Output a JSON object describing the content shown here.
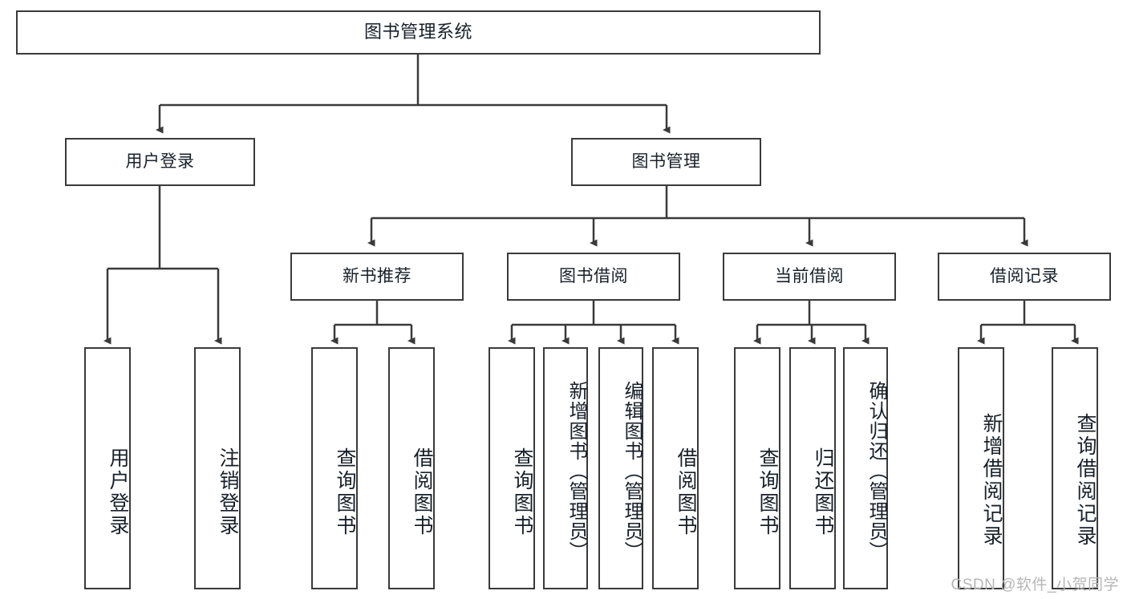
{
  "diagram": {
    "type": "tree-hierarchy",
    "title": "图书管理系统",
    "watermark": "CSDN @软件_小贺同学",
    "colors": {
      "background": "#ffffff",
      "stroke": "#3a3a3a",
      "text": "#17202a",
      "watermark": "#b6b6b6"
    },
    "levels": [
      {
        "level": 0,
        "nodes": [
          {
            "id": "root",
            "label": "图书管理系统",
            "orientation": "horizontal"
          }
        ]
      },
      {
        "level": 1,
        "nodes": [
          {
            "id": "user-login",
            "label": "用户登录",
            "orientation": "horizontal",
            "parent": "root"
          },
          {
            "id": "book-manage",
            "label": "图书管理",
            "orientation": "horizontal",
            "parent": "root"
          }
        ]
      },
      {
        "level": 2,
        "nodes": [
          {
            "id": "new-book-rec",
            "label": "新书推荐",
            "orientation": "horizontal",
            "parent": "book-manage"
          },
          {
            "id": "book-borrow",
            "label": "图书借阅",
            "orientation": "horizontal",
            "parent": "book-manage"
          },
          {
            "id": "current-borrow",
            "label": "当前借阅",
            "orientation": "horizontal",
            "parent": "book-manage"
          },
          {
            "id": "borrow-record",
            "label": "借阅记录",
            "orientation": "horizontal",
            "parent": "book-manage"
          }
        ]
      },
      {
        "level": 3,
        "nodes": [
          {
            "id": "leaf-user-login",
            "label": "用户登录",
            "orientation": "vertical",
            "parent": "user-login"
          },
          {
            "id": "leaf-logout",
            "label": "注销登录",
            "orientation": "vertical",
            "parent": "user-login"
          },
          {
            "id": "leaf-query-book-1",
            "label": "查询图书",
            "orientation": "vertical",
            "parent": "new-book-rec"
          },
          {
            "id": "leaf-borrow-book-1",
            "label": "借阅图书",
            "orientation": "vertical",
            "parent": "new-book-rec"
          },
          {
            "id": "leaf-query-book-2",
            "label": "查询图书",
            "orientation": "vertical",
            "parent": "book-borrow"
          },
          {
            "id": "leaf-add-book",
            "label": "新增图书（管理员）",
            "orientation": "vertical",
            "parent": "book-borrow"
          },
          {
            "id": "leaf-edit-book",
            "label": "编辑图书（管理员）",
            "orientation": "vertical",
            "parent": "book-borrow"
          },
          {
            "id": "leaf-borrow-book-2",
            "label": "借阅图书",
            "orientation": "vertical",
            "parent": "book-borrow"
          },
          {
            "id": "leaf-query-book-3",
            "label": "查询图书",
            "orientation": "vertical",
            "parent": "current-borrow"
          },
          {
            "id": "leaf-return-book",
            "label": "归还图书",
            "orientation": "vertical",
            "parent": "current-borrow"
          },
          {
            "id": "leaf-confirm-return",
            "label": "确认归还（管理员）",
            "orientation": "vertical",
            "parent": "current-borrow"
          },
          {
            "id": "leaf-add-record",
            "label": "新增借阅记录",
            "orientation": "vertical",
            "parent": "borrow-record"
          },
          {
            "id": "leaf-query-record",
            "label": "查询借阅记录",
            "orientation": "vertical",
            "parent": "borrow-record"
          }
        ]
      }
    ]
  }
}
